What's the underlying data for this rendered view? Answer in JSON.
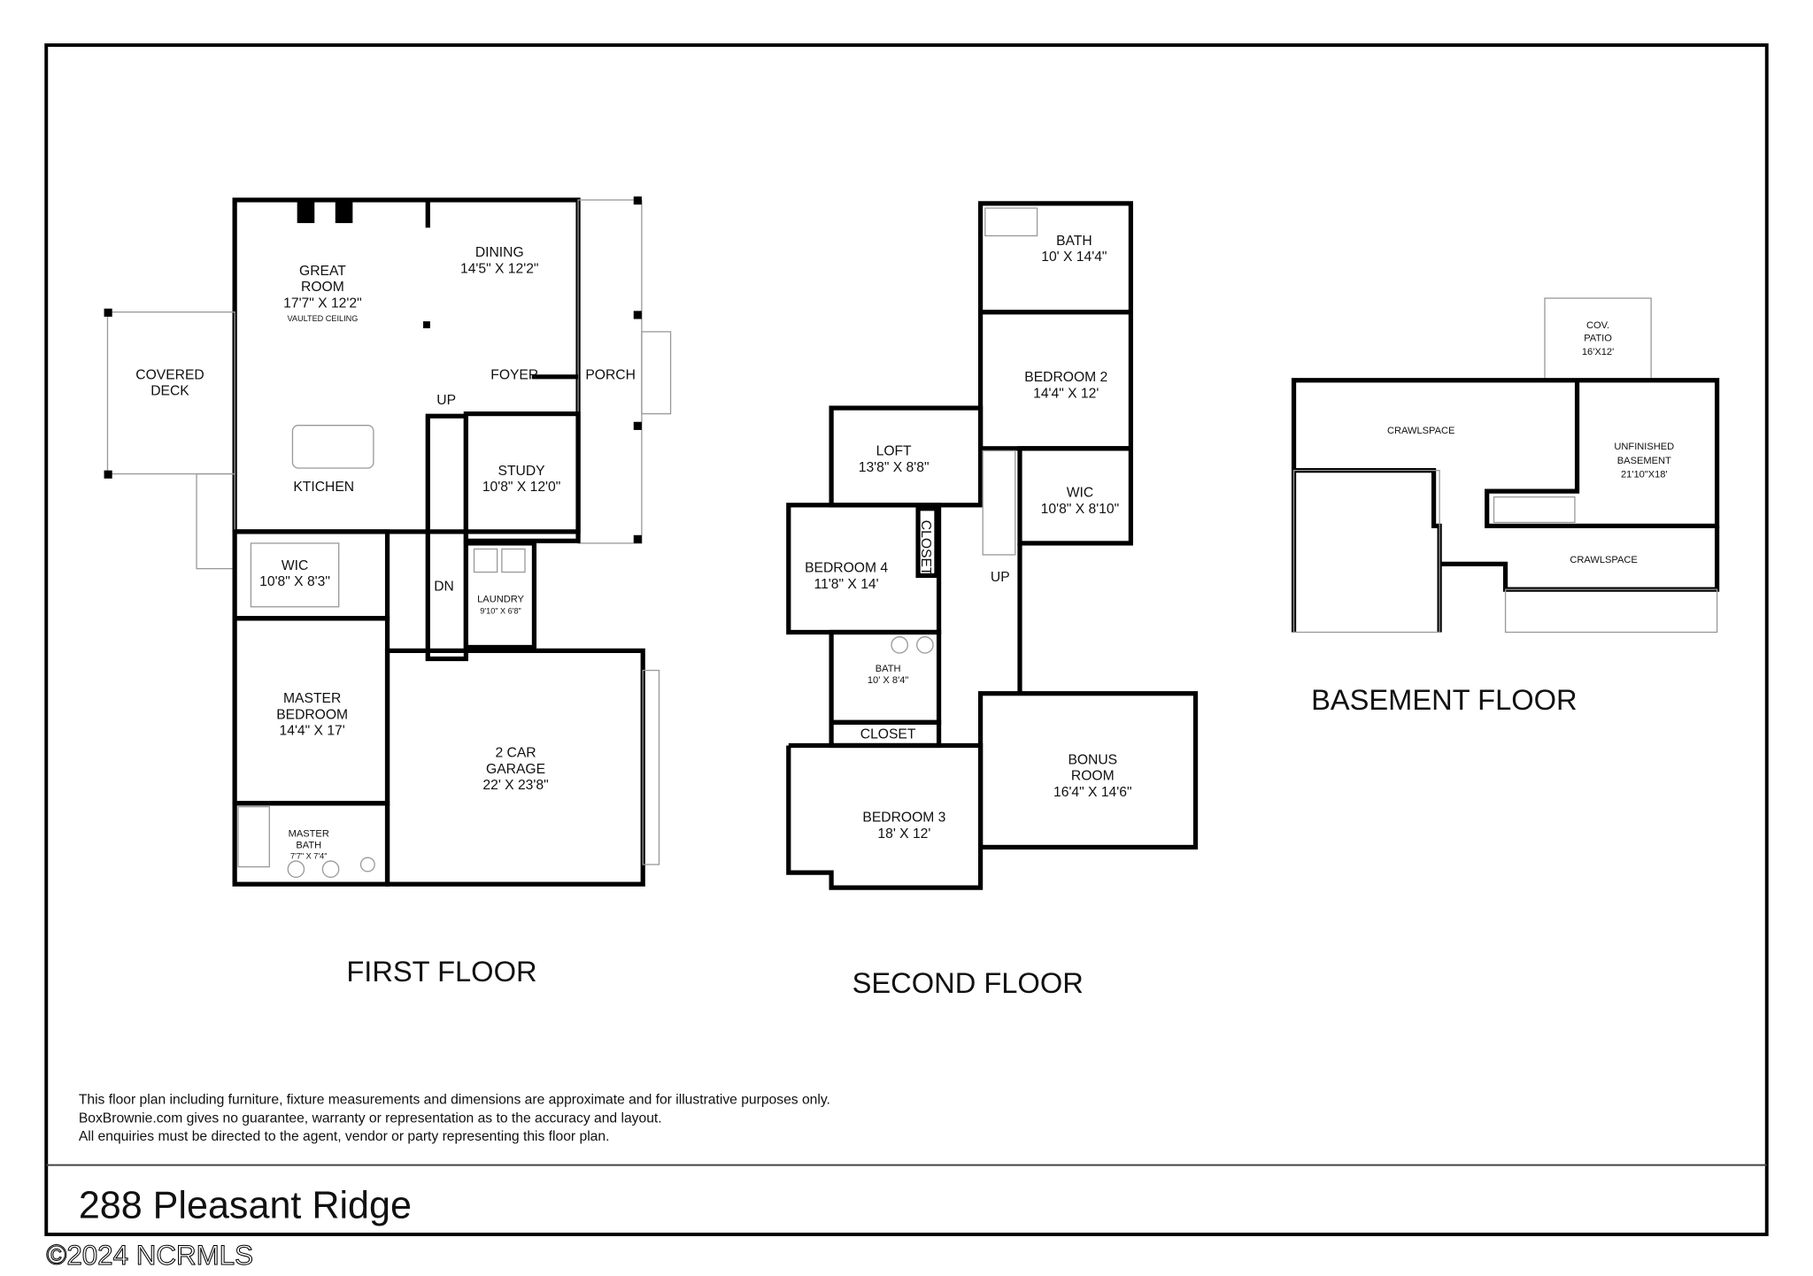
{
  "first_floor": {
    "title": "FIRST FLOOR",
    "rooms": [
      {
        "name": "GREAT",
        "name2": "ROOM",
        "dims": "17'7\" X 12'2\"",
        "note": "VAULTED CEILING"
      },
      {
        "name": "DINING",
        "dims": "14'5\" X 12'2\""
      },
      {
        "name": "COVERED",
        "name2": "DECK"
      },
      {
        "name": "FOYER"
      },
      {
        "name": "PORCH"
      },
      {
        "name": "KTICHEN"
      },
      {
        "name": "STUDY",
        "dims": "10'8\" X 12'0\""
      },
      {
        "name": "WIC",
        "dims": "10'8\" X 8'3\""
      },
      {
        "name": "LAUNDRY",
        "dims": "9'10\" X 6'8\""
      },
      {
        "name": "MASTER",
        "name2": "BEDROOM",
        "dims": "14'4\" X 17'"
      },
      {
        "name": "2 CAR",
        "name2": "GARAGE",
        "dims": "22' X 23'8\""
      },
      {
        "name": "MASTER",
        "name2": "BATH",
        "dims": "7'7\" X 7'4\""
      }
    ],
    "stair_up": "UP",
    "stair_down": "DN"
  },
  "second_floor": {
    "title": "SECOND FLOOR",
    "rooms": [
      {
        "name": "BATH",
        "dims": "10' X 14'4\""
      },
      {
        "name": "BEDROOM 2",
        "dims": "14'4\" X 12'"
      },
      {
        "name": "LOFT",
        "dims": "13'8\" X 8'8\""
      },
      {
        "name": "WIC",
        "dims": "10'8\" X 8'10\""
      },
      {
        "name": "BEDROOM 4",
        "dims": "11'8\" X 14'"
      },
      {
        "name": "CLOSET"
      },
      {
        "name": "BATH",
        "dims": "10' X 8'4\""
      },
      {
        "name": "CLOSET"
      },
      {
        "name": "BEDROOM 3",
        "dims": "18' X 12'"
      },
      {
        "name": "BONUS",
        "name2": "ROOM",
        "dims": "16'4\" X 14'6\""
      }
    ],
    "stair_up": "UP"
  },
  "basement_floor": {
    "title": "BASEMENT FLOOR",
    "rooms": [
      {
        "name": "COV.",
        "name2": "PATIO",
        "dims": "16'X12'"
      },
      {
        "name": "CRAWLSPACE"
      },
      {
        "name": "UNFINISHED",
        "name2": "BASEMENT",
        "dims": "21'10\"X18'"
      },
      {
        "name": "CRAWLSPACE"
      }
    ]
  },
  "disclaimer": [
    "This floor plan including furniture, fixture measurements and dimensions are approximate and for illustrative purposes only.",
    "BoxBrownie.com gives no guarantee, warranty or representation as to the accuracy and layout.",
    "All enquiries must be directed to the agent, vendor or party representing this floor plan."
  ],
  "address": "288 Pleasant Ridge",
  "watermark": "©2024 NCRMLS"
}
